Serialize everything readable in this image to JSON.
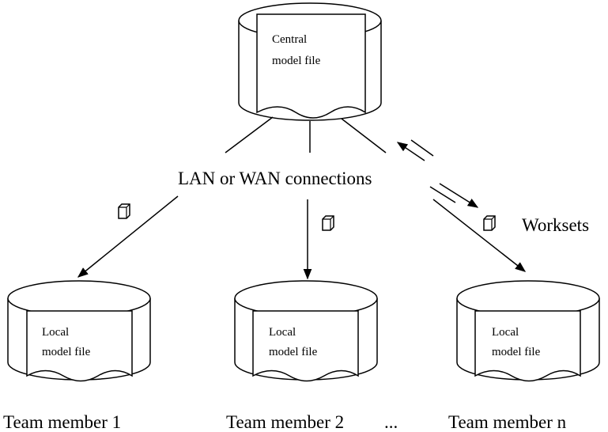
{
  "central": {
    "line1": "Central",
    "line2": "model file"
  },
  "network_label": "LAN or WAN connections",
  "worksets_label": "Worksets",
  "locals": [
    {
      "line1": "Local",
      "line2": "model  file",
      "member": "Team member 1"
    },
    {
      "line1": "Local",
      "line2": "model  file",
      "member": "Team member 2"
    },
    {
      "line1": "Local",
      "line2": "model  file",
      "member": "Team member n"
    }
  ],
  "ellipsis": "..."
}
